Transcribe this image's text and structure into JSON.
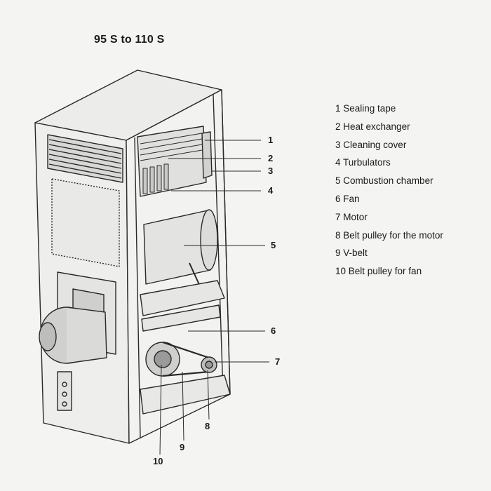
{
  "title": "95 S to 110 S",
  "legend": [
    "1 Sealing tape",
    "2 Heat exchanger",
    "3 Cleaning cover",
    "4 Turbulators",
    "5 Combustion chamber",
    "6 Fan",
    "7 Motor",
    "8 Belt pulley for the motor",
    "9 V-belt",
    "10 Belt pulley for fan"
  ],
  "callouts": [
    "1",
    "2",
    "3",
    "4",
    "5",
    "6",
    "7",
    "8",
    "9",
    "10"
  ],
  "colors": {
    "line": "#2a2a2a",
    "paper": "#f4f4f2",
    "shade": "#9a9a9a"
  }
}
